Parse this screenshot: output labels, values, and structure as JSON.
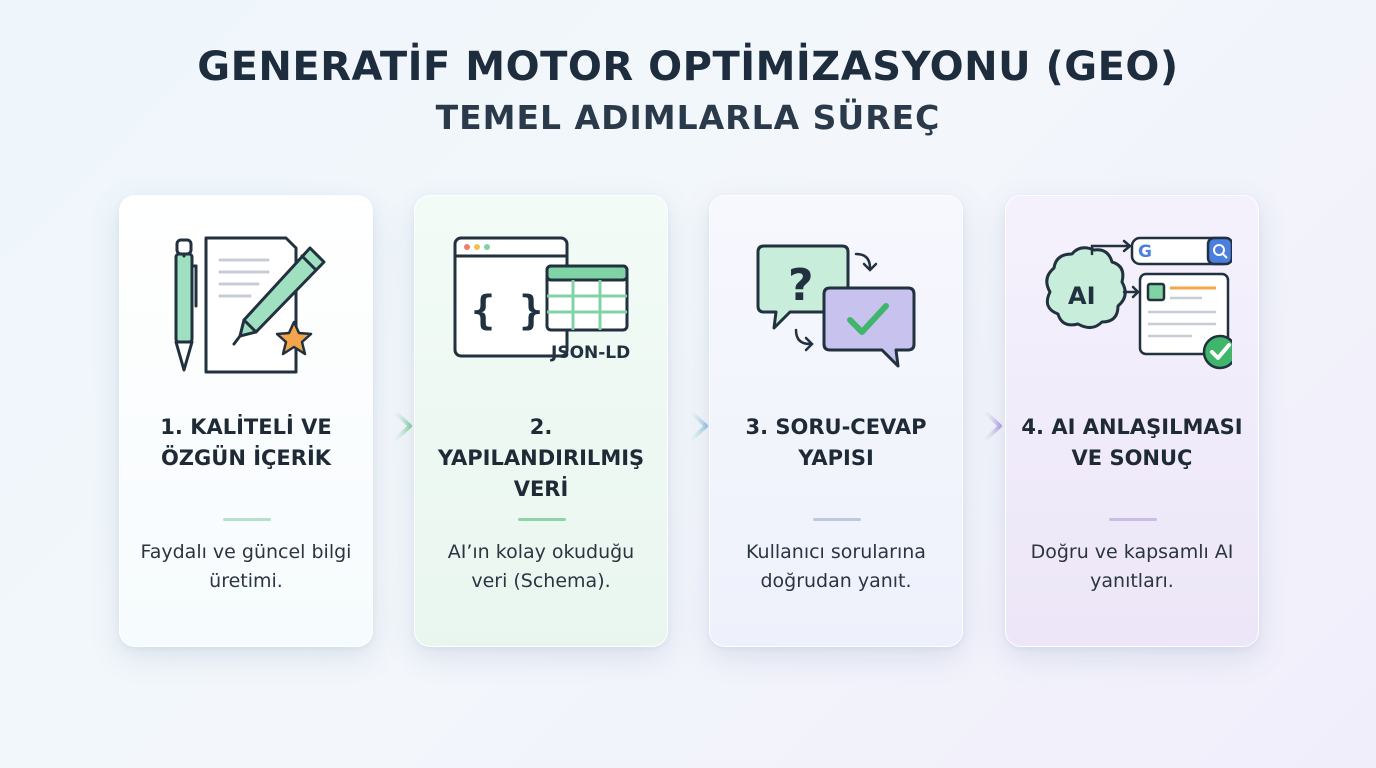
{
  "header": {
    "title": "GENERATİF MOTOR OPTİMİZASYONU (GEO)",
    "subtitle": "TEMEL ADIMLARLA SÜREÇ"
  },
  "steps": [
    {
      "title": "1. KALİTELİ VE ÖZGÜN İÇERİK",
      "description": "Faydalı ve güncel bilgi üretimi.",
      "icon": "pen-document-star-icon",
      "accent": "#7fd3a5"
    },
    {
      "title": "2. YAPILANDIRILMIŞ VERİ",
      "description": "AI’ın kolay okuduğu veri (Schema).",
      "icon_label": "JSON-LD",
      "icon": "json-ld-browser-table-icon",
      "accent": "#5cc68a"
    },
    {
      "title": "3. SORU-CEVAP YAPISI",
      "description": "Kullanıcı sorularına doğrudan yanıt.",
      "icon": "question-answer-bubbles-icon",
      "accent": "#a9b6e6"
    },
    {
      "title": "4. AI ANLAŞILMASI VE SONUÇ",
      "description": "Doğru ve kapsamlı AI yanıtları.",
      "icon_label": "AI",
      "icon": "ai-brain-search-result-icon",
      "accent": "#b8a6e2"
    }
  ],
  "colors": {
    "outline": "#22313f",
    "green": "#9ee0bf",
    "star": "#f2a54a",
    "check": "#3fb66c",
    "purple": "#c8c3ee"
  }
}
